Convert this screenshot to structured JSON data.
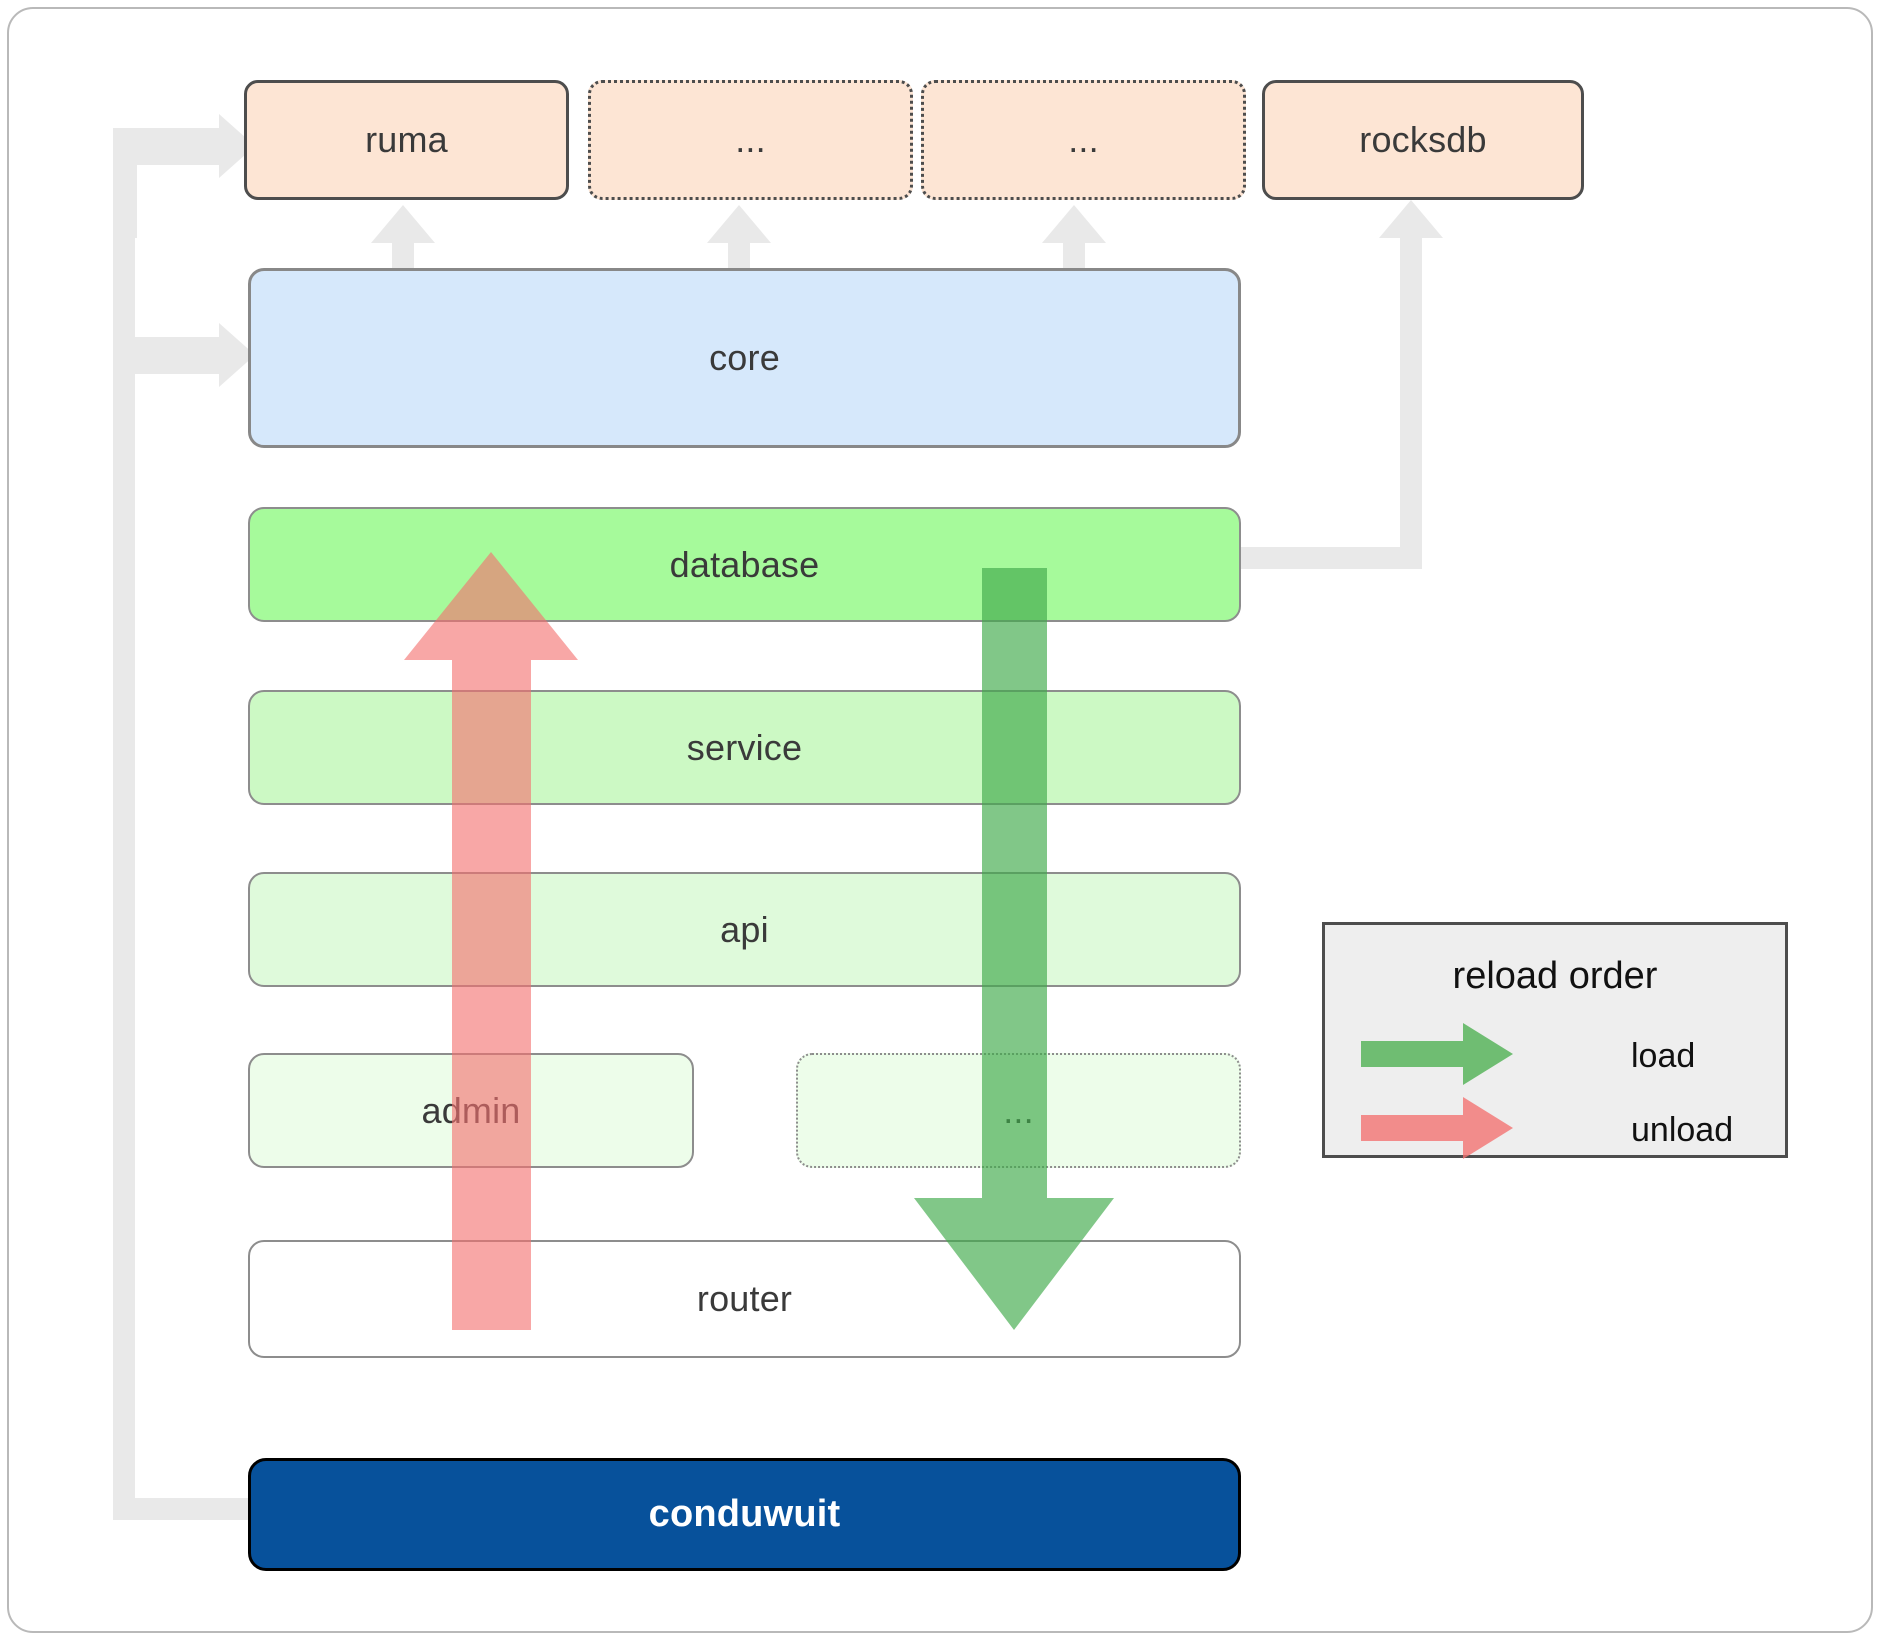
{
  "diagram": {
    "title": "conduwuit crate dependency and reload order diagram",
    "dependencies": [
      {
        "label": "ruma",
        "style": "solid"
      },
      {
        "label": "...",
        "style": "dotted"
      },
      {
        "label": "...",
        "style": "dotted"
      },
      {
        "label": "rocksdb",
        "style": "solid"
      }
    ],
    "core": {
      "label": "core"
    },
    "layers": [
      {
        "label": "database",
        "style": "solid"
      },
      {
        "label": "service",
        "style": "solid"
      },
      {
        "label": "api",
        "style": "solid"
      },
      {
        "label": "admin",
        "style": "solid"
      },
      {
        "label": "...",
        "style": "dotted"
      },
      {
        "label": "router",
        "style": "solid"
      }
    ],
    "root": {
      "label": "conduwuit"
    },
    "legend": {
      "title": "reload order",
      "entries": [
        {
          "label": "load",
          "color": "#4caf50"
        },
        {
          "label": "unload",
          "color": "#f4716f"
        }
      ]
    },
    "colors": {
      "dependency_fill": "#fde5d4",
      "dependency_border": "#4d4d4d",
      "core_fill": "#d6e8fb",
      "core_border": "#888888",
      "layer_database_fill": "#a6fa9b",
      "layer_service_fill": "#ccf9c4",
      "layer_api_fill": "#dffadb",
      "layer_admin_fill": "#edfdea",
      "layer_dots_fill": "#edfdea",
      "layer_router_fill": "#ffffff",
      "layer_border": "#8d8d8d",
      "root_fill": "#07519b",
      "root_border": "#000000",
      "root_text": "#ffffff",
      "connector": "#e9e9e9",
      "load_arrow": "#4caf50",
      "unload_arrow": "#f4716f",
      "legend_fill": "#eeeeee",
      "legend_border": "#4d4d4d",
      "frame_border": "#b9b9b9",
      "text": "#3a3a3a"
    }
  }
}
